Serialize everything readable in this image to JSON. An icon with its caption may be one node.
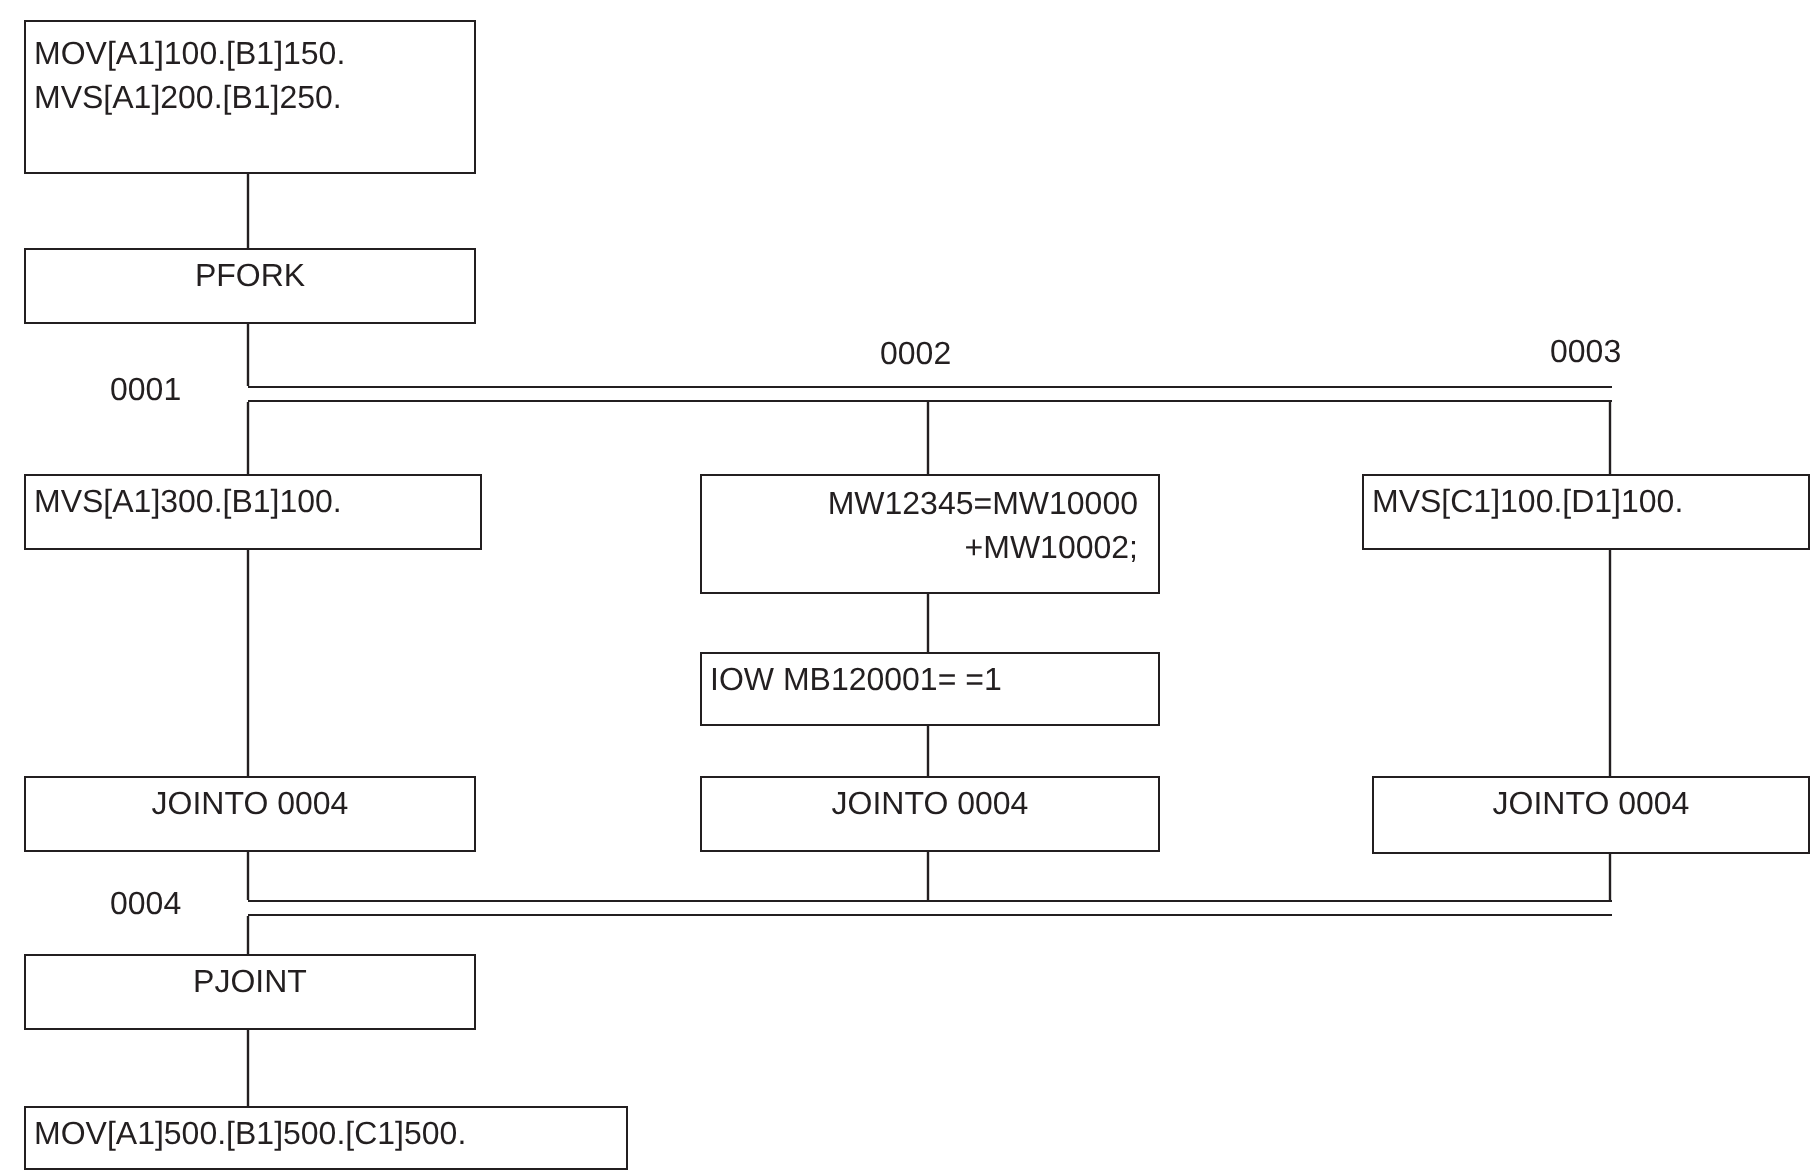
{
  "diagram": {
    "nodes": [
      {
        "text": [
          "MOV[A1]100.[B1]150.",
          "MVS[A1]200.[B1]250."
        ]
      },
      {
        "text": [
          "PFORK"
        ]
      },
      {
        "text": [],
        "shape": "bar"
      },
      {
        "text": [
          "MVS[A1]300.[B1]100."
        ]
      },
      {
        "text": [
          "MW12345=MW10000 +MW10002;"
        ]
      },
      {
        "text": [
          "MVS[C1]100.[D1]100."
        ]
      },
      {
        "text": [
          "IOW MB120001= =1"
        ]
      },
      {
        "text": [
          "JOINTO 0004"
        ]
      },
      {
        "text": [
          "JOINTO 0004"
        ]
      },
      {
        "text": [
          "JOINTO 0004"
        ]
      },
      {
        "text": [],
        "shape": "bar"
      },
      {
        "text": [
          "PJOINT"
        ]
      },
      {
        "text": [
          "MOV[A1]500.[B1]500.[C1]500."
        ]
      }
    ],
    "edges": [
      {
        "from": 0,
        "to": 1,
        "arrow": "none"
      },
      {
        "from": 1,
        "to": 2,
        "arrow": "none"
      },
      {
        "from": 2,
        "to": 3,
        "arrow": "none"
      },
      {
        "from": 2,
        "to": 4,
        "arrow": "none"
      },
      {
        "from": 2,
        "to": 5,
        "arrow": "none"
      },
      {
        "from": 3,
        "to": 7,
        "arrow": "none"
      },
      {
        "from": 4,
        "to": 6,
        "arrow": "none"
      },
      {
        "from": 6,
        "to": 8,
        "arrow": "none"
      },
      {
        "from": 5,
        "to": 9,
        "arrow": "none"
      },
      {
        "from": 7,
        "to": 10,
        "arrow": "none"
      },
      {
        "from": 8,
        "to": 10,
        "arrow": "none"
      },
      {
        "from": 9,
        "to": 10,
        "arrow": "none"
      },
      {
        "from": 10,
        "to": 11,
        "arrow": "none"
      },
      {
        "from": 11,
        "to": 12,
        "arrow": "none"
      }
    ],
    "labels": [
      "0001",
      "0002",
      "0003",
      "0004"
    ]
  }
}
